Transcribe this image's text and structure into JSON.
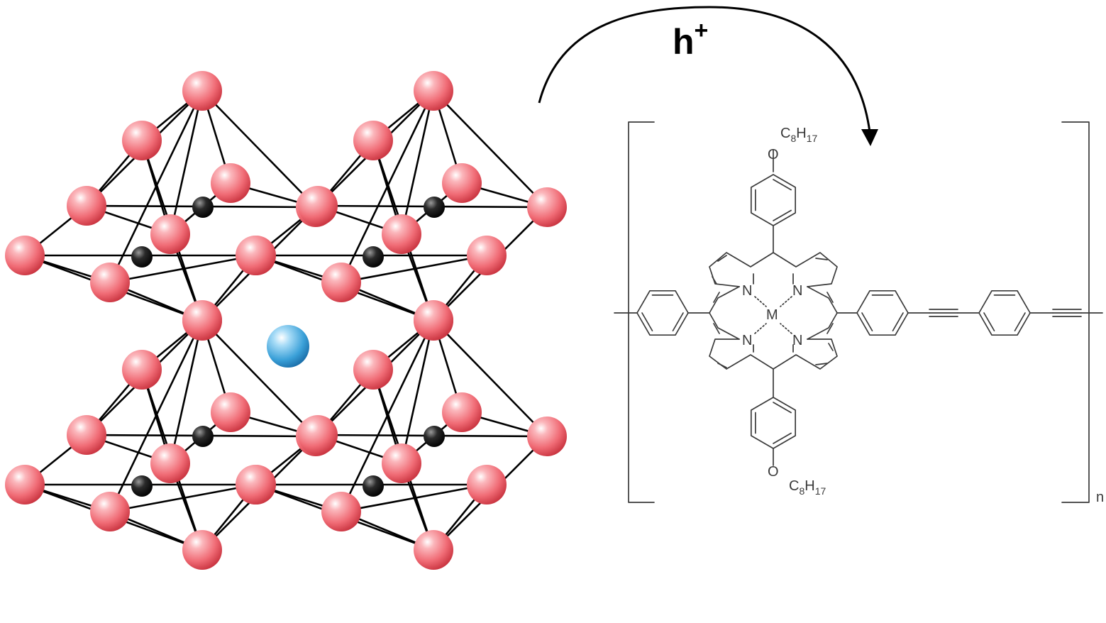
{
  "figure": {
    "arrow_label": {
      "base": "h",
      "sup": "+"
    },
    "atom_labels": {
      "n": "N",
      "metal": "M",
      "oxygen": "O",
      "chain_c": "C",
      "chain_c_sub": "8",
      "chain_h": "H",
      "chain_h_sub": "17"
    },
    "repeat_subscript": "n",
    "colors": {
      "octahedral_sphere": "#f06b75",
      "center_sphere": "#3aa0d8",
      "small_sphere": "#1a1a1a",
      "bond": "#000000",
      "structure_line": "#3a3a3a"
    },
    "icons": [
      "perovskite-lattice",
      "curved-arrow",
      "porphyrin-polymer"
    ]
  }
}
